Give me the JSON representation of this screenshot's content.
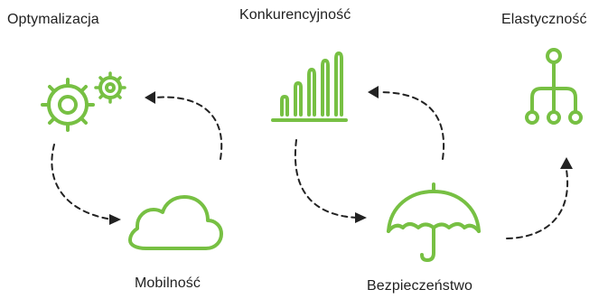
{
  "labels": {
    "optimization": "Optymalizacja",
    "competitiveness": "Konkurencyjność",
    "flexibility": "Elastyczność",
    "mobility": "Mobilność",
    "security": "Bezpieczeństwo"
  },
  "colors": {
    "icon": "#77c043",
    "arrow": "#222222",
    "text": "#1f1f1f"
  },
  "icons": {
    "optimization": "gears-icon",
    "competitiveness": "bar-chart-icon",
    "flexibility": "hierarchy-icon",
    "mobility": "cloud-icon",
    "security": "umbrella-icon"
  }
}
